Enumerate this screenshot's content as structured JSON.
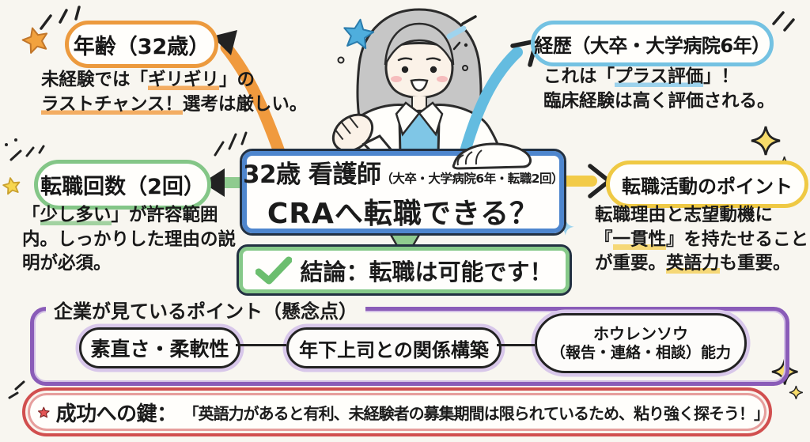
{
  "colors": {
    "age_accent": "#EC9A3E",
    "career_accent": "#74C2E2",
    "jobcount_accent": "#84C687",
    "points_accent": "#EFC944",
    "center_border": "#4E86CE",
    "conclusion_accent": "#86C989",
    "concerns_accent": "#8A5CB8",
    "key_accent": "#D14F4F",
    "background": "#F8F6F0"
  },
  "nodes": {
    "age": {
      "label": "年齢（32歳）"
    },
    "career": {
      "label": "経歴（大卒・大学病院6年）"
    },
    "jobcount": {
      "label": "転職回数（2回）"
    },
    "points": {
      "label": "転職活動のポイント"
    }
  },
  "notes": {
    "age": {
      "l1a": "未経験では「",
      "l1b": "ギリギリ",
      "l1c": "」の",
      "l2a": "ラストチャンス！",
      "l2b": "選考は厳しい。"
    },
    "career": {
      "l1a": "これは「",
      "l1b": "プラス評価",
      "l1c": "」！",
      "l2": "臨床経験は高く評価される。"
    },
    "jobcount": {
      "l1a": "「",
      "l1b": "少し多い",
      "l1c": "」が許容範囲",
      "l2": "内。しっかりした理由の説",
      "l3": "明が必須。"
    },
    "points": {
      "l1": "転職理由と志望動機に",
      "l2a": "『",
      "l2b": "一貫性",
      "l2c": "』を持たせること",
      "l3a": "が重要。",
      "l3b": "英語力",
      "l3c": "も重要。"
    }
  },
  "center": {
    "title": "32歳 看護師",
    "subtitle": "（大卒・大学病院6年・転職2回）",
    "question": "CRAへ転職できる？"
  },
  "conclusion": {
    "text": "結論：転職は可能です！"
  },
  "concerns": {
    "title": "企業が見ているポイント（懸念点）",
    "item1": "素直さ・柔軟性",
    "item2": "年下上司との関係構築",
    "item3_line1": "ホウレンソウ",
    "item3_line2": "（報告・連絡・相談）能力"
  },
  "key": {
    "label": "成功への鍵：",
    "text": "「英語力があると有利、未経験者の募集期間は限られているため、粘り強く探そう！」"
  }
}
